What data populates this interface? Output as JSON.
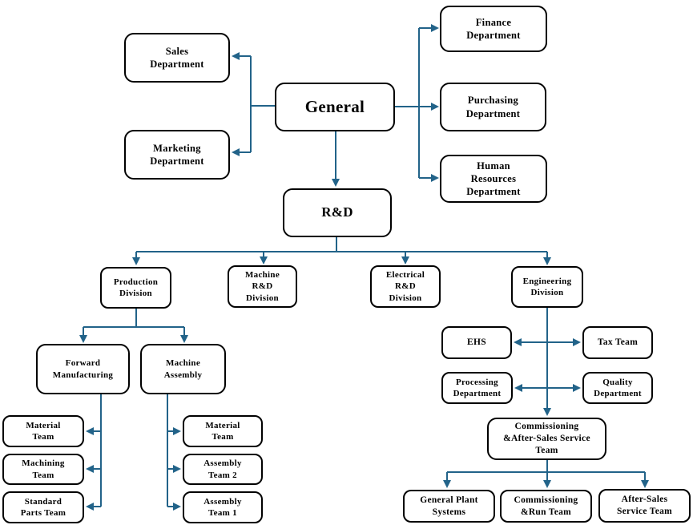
{
  "title": "Company Organizational Chart",
  "colors": {
    "connector": "#226389",
    "box_border": "#000000",
    "box_fill": "#ffffff",
    "text": "#000000",
    "background": "#ffffff"
  },
  "nodes": {
    "general": {
      "label": "General"
    },
    "sales": {
      "label": "Sales\nDepartment"
    },
    "marketing": {
      "label": "Marketing\nDepartment"
    },
    "finance": {
      "label": "Finance\nDepartment"
    },
    "purchasing": {
      "label": "Purchasing\nDepartment"
    },
    "hr": {
      "label": "Human\nResources\nDepartment"
    },
    "rnd": {
      "label": "R&D"
    },
    "production": {
      "label": "Production\nDivision"
    },
    "machine_rnd": {
      "label": "Machine\nR&D\nDivision"
    },
    "electrical_rnd": {
      "label": "Electrical\nR&D\nDivision"
    },
    "engineering": {
      "label": "Engineering\nDivision"
    },
    "forward_mfg": {
      "label": "Forward\nManufacturing"
    },
    "machine_asm": {
      "label": "Machine\nAssembly"
    },
    "material_l": {
      "label": "Material\nTeam"
    },
    "machining": {
      "label": "Machining\nTeam"
    },
    "standard_parts": {
      "label": "Standard\nParts Team"
    },
    "material_r": {
      "label": "Material\nTeam"
    },
    "assembly2": {
      "label": "Assembly\nTeam 2"
    },
    "assembly1": {
      "label": "Assembly\nTeam 1"
    },
    "ehs": {
      "label": "EHS"
    },
    "tax": {
      "label": "Tax Team"
    },
    "processing": {
      "label": "Processing\nDepartment"
    },
    "quality": {
      "label": "Quality\nDepartment"
    },
    "commissioning": {
      "label": "Commissioning\n&After-Sales Service\nTeam"
    },
    "general_plant": {
      "label": "General Plant\nSystems"
    },
    "comm_run": {
      "label": "Commissioning\n&Run Team"
    },
    "aftersales": {
      "label": "After-Sales\nService Team"
    }
  },
  "edges": [
    {
      "from": "general",
      "to": "sales",
      "style": "arrow"
    },
    {
      "from": "general",
      "to": "marketing",
      "style": "arrow"
    },
    {
      "from": "general",
      "to": "finance",
      "style": "arrow"
    },
    {
      "from": "general",
      "to": "purchasing",
      "style": "arrow"
    },
    {
      "from": "general",
      "to": "hr",
      "style": "arrow"
    },
    {
      "from": "general",
      "to": "rnd",
      "style": "arrow"
    },
    {
      "from": "rnd",
      "to": "production",
      "style": "arrow"
    },
    {
      "from": "rnd",
      "to": "machine_rnd",
      "style": "arrow"
    },
    {
      "from": "rnd",
      "to": "electrical_rnd",
      "style": "arrow"
    },
    {
      "from": "rnd",
      "to": "engineering",
      "style": "arrow"
    },
    {
      "from": "production",
      "to": "forward_mfg",
      "style": "arrow"
    },
    {
      "from": "production",
      "to": "machine_asm",
      "style": "arrow"
    },
    {
      "from": "forward_mfg",
      "to": "material_l",
      "style": "arrow"
    },
    {
      "from": "forward_mfg",
      "to": "machining",
      "style": "arrow"
    },
    {
      "from": "forward_mfg",
      "to": "standard_parts",
      "style": "arrow"
    },
    {
      "from": "machine_asm",
      "to": "material_r",
      "style": "arrow"
    },
    {
      "from": "machine_asm",
      "to": "assembly2",
      "style": "arrow"
    },
    {
      "from": "machine_asm",
      "to": "assembly1",
      "style": "arrow"
    },
    {
      "from": "ehs",
      "to": "tax",
      "style": "double-arrow"
    },
    {
      "from": "processing",
      "to": "quality",
      "style": "double-arrow"
    },
    {
      "from": "engineering",
      "to": "commissioning",
      "style": "arrow"
    },
    {
      "from": "commissioning",
      "to": "general_plant",
      "style": "arrow"
    },
    {
      "from": "commissioning",
      "to": "comm_run",
      "style": "arrow"
    },
    {
      "from": "commissioning",
      "to": "aftersales",
      "style": "arrow"
    }
  ]
}
